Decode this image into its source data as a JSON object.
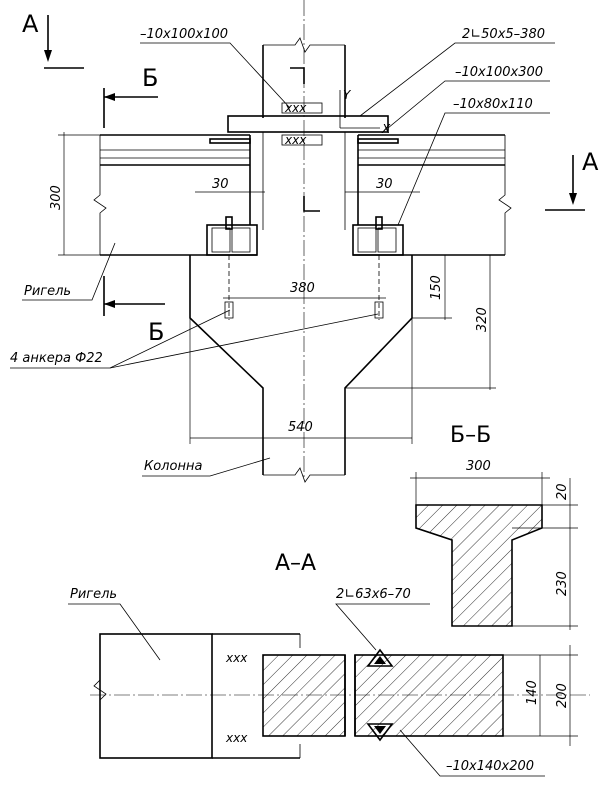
{
  "labels": {
    "plate_100": "–10x100x100",
    "angles_50": "2∟50x5–380",
    "plate_300": "–10x100x300",
    "plate_110": "–10x80x110",
    "anchors": "4 анкера Ф22",
    "beam": "Ригель",
    "column": "Колонна",
    "angles_63": "2∟63x6–70",
    "plate_200": "–10x140x200",
    "beam_aa": "Ригель"
  },
  "dimensions": {
    "d300": "300",
    "d30_left": "30",
    "d30_right": "30",
    "d380": "380",
    "d150": "150",
    "d320": "320",
    "d540": "540",
    "bb_300": "300",
    "bb_20": "20",
    "bb_230": "230",
    "aa_140": "140",
    "aa_200": "200"
  },
  "sections": {
    "a_mark": "А",
    "b_mark": "Б",
    "bb_title": "Б–Б",
    "aa_title": "А–А"
  },
  "axes": {
    "y": "Y",
    "x": "X"
  }
}
